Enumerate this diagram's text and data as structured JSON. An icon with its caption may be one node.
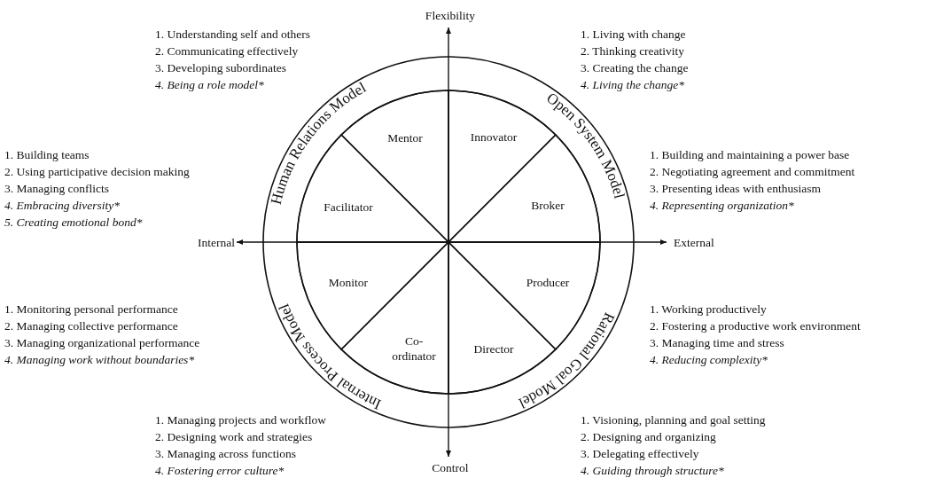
{
  "diagram": {
    "nodes": [
      {
        "text": [
          "Mentor"
        ]
      },
      {
        "text": [
          "Innovator"
        ]
      },
      {
        "text": [
          "Facilitator"
        ]
      },
      {
        "text": [
          "Broker"
        ]
      },
      {
        "text": [
          "Monitor"
        ]
      },
      {
        "text": [
          "Producer"
        ]
      },
      {
        "text": [
          "Co-ordinator"
        ]
      },
      {
        "text": [
          "Director"
        ]
      },
      {
        "text": [
          "Human Relations Model"
        ]
      },
      {
        "text": [
          "Open System Model"
        ]
      },
      {
        "text": [
          "Internal Process Model"
        ]
      },
      {
        "text": [
          "Rational Goal Model"
        ]
      }
    ],
    "edges": [],
    "labels": [
      "Flexibility",
      "1. Understanding self and others",
      "2. Communicating effectively",
      "3. Developing subordinates",
      "4. Being a role model*",
      "1. Living with change",
      "2. Thinking creativity",
      "3. Creating the change",
      "4. Living the change*",
      "1. Building teams",
      "2. Using participative decision making",
      "3. Managing conflicts",
      "4. Embracing diversity*",
      "5. Creating emotional bond*",
      "1. Building and maintaining a power base",
      "2. Negotiating agreement and commitment",
      "3. Presenting ideas with enthusiasm",
      "4. Representing organization*",
      "Internal",
      "External",
      "1. Monitoring personal performance",
      "2. Managing collective performance",
      "3. Managing organizational performance",
      "4. Managing work without boundaries*",
      "1. Working productively",
      "2. Fostering a productive work environment",
      "3. Managing time and stress",
      "4. Reducing complexity*",
      "1. Managing projects and workflow",
      "2. Designing work and strategies",
      "3. Managing across functions",
      "4. Fostering error culture*",
      "Control",
      "1. Visioning, planning and goal setting",
      "2. Designing and organizing",
      "3. Delegating effectively",
      "4. Guiding through structure*"
    ]
  }
}
